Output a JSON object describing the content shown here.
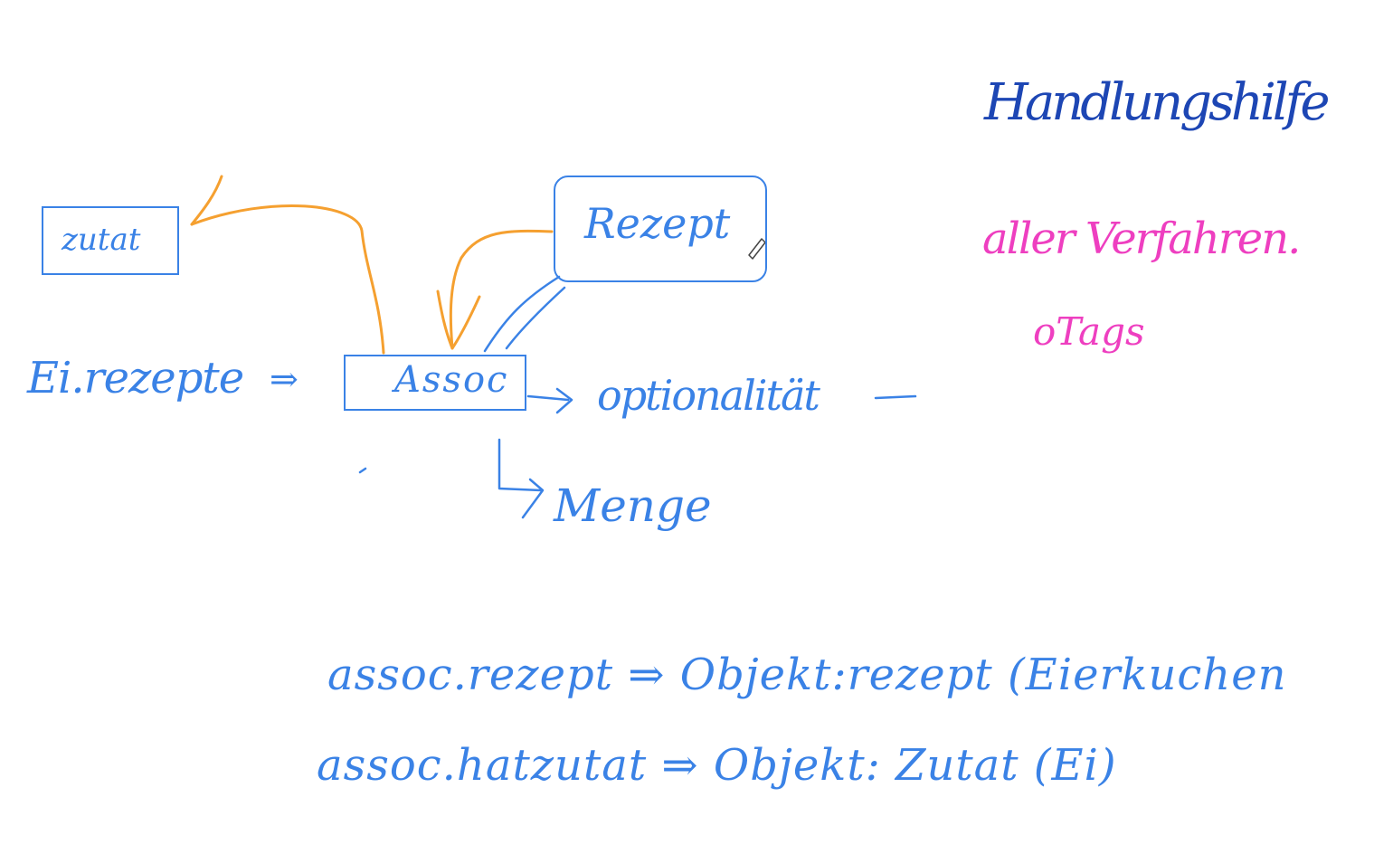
{
  "colors": {
    "blue_ink": "#3a82e6",
    "navy_ink": "#1d46b4",
    "pink_ink": "#ee3fc0",
    "orange_ink": "#f5a030",
    "background": "#ffffff"
  },
  "diagram": {
    "zutat": "zutat",
    "rezept": "Rezept",
    "assoc": "Assoc",
    "ei_rezepte": "Ei.rezepte",
    "implies": "⇒",
    "optionalitaet": "optionalität",
    "menge": "Menge"
  },
  "notes": {
    "handlungshilfe": "Handlungshilfe",
    "aller_verfahren": "aller Verfahren.",
    "o_tag": "oTags"
  },
  "code": {
    "line1": "assoc.rezept ⇒ Objekt:rezept (Eierkuchen",
    "line2": "assoc.hatzutat ⇒ Objekt: Zutat (Ei)"
  }
}
